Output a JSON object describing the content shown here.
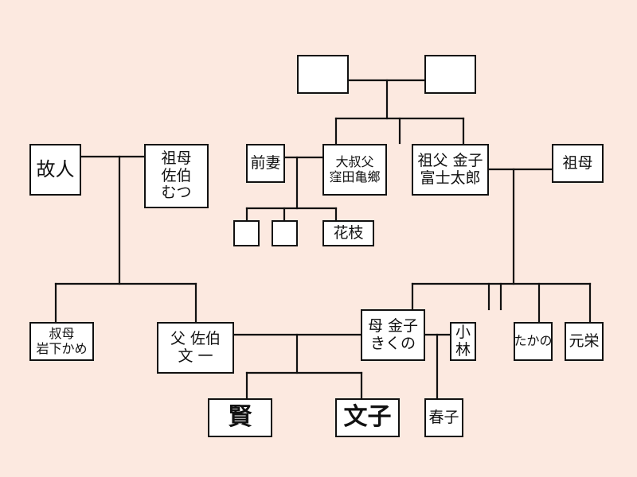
{
  "family_tree": {
    "nodes": {
      "great_grandparent_left": {
        "lines": []
      },
      "great_grandparent_right": {
        "lines": []
      },
      "deceased": {
        "lines": [
          "故人"
        ]
      },
      "paternal_grandmother": {
        "lines": [
          "祖母",
          "佐伯",
          "むつ"
        ]
      },
      "former_wife": {
        "lines": [
          "前妻"
        ]
      },
      "great_uncle": {
        "lines": [
          "大叔父",
          "窪田亀鄉"
        ]
      },
      "grandfather": {
        "lines": [
          "祖父 金子",
          "富士太郎"
        ]
      },
      "maternal_grandmother": {
        "lines": [
          "祖母"
        ]
      },
      "child_a": {
        "lines": []
      },
      "child_b": {
        "lines": []
      },
      "hanae": {
        "lines": [
          "花枝"
        ]
      },
      "aunt": {
        "lines": [
          "叔母",
          "岩下かめ"
        ]
      },
      "father": {
        "lines": [
          "父 佐伯",
          "文 一"
        ]
      },
      "mother": {
        "lines": [
          "母 金子",
          "きくの"
        ]
      },
      "kobayashi": {
        "lines": [
          "小",
          "林"
        ]
      },
      "takano": {
        "lines": [
          "たかの"
        ]
      },
      "motoei": {
        "lines": [
          "元栄"
        ]
      },
      "ken": {
        "lines": [
          "賢"
        ]
      },
      "fumiko": {
        "lines": [
          "文子"
        ]
      },
      "haruko": {
        "lines": [
          "春子"
        ]
      }
    }
  }
}
